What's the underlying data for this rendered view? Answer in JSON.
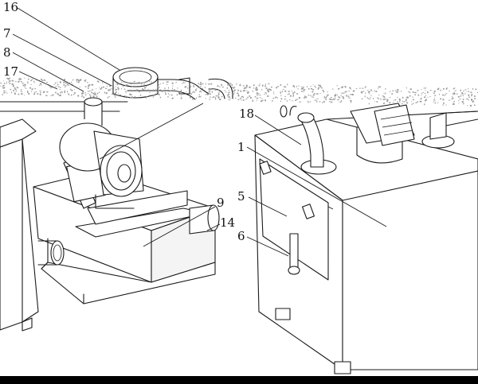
{
  "callouts": [
    {
      "id": "16",
      "text": "16"
    },
    {
      "id": "7",
      "text": "7"
    },
    {
      "id": "8",
      "text": "8"
    },
    {
      "id": "17",
      "text": "17"
    },
    {
      "id": "18",
      "text": "18"
    },
    {
      "id": "1",
      "text": "1"
    },
    {
      "id": "9",
      "text": "9"
    },
    {
      "id": "14",
      "text": "14"
    },
    {
      "id": "5",
      "text": "5"
    },
    {
      "id": "6",
      "text": "6"
    }
  ],
  "colors": {
    "ink": "#1a1a1a",
    "background": "#ffffff",
    "bottom_band": "#000000"
  }
}
